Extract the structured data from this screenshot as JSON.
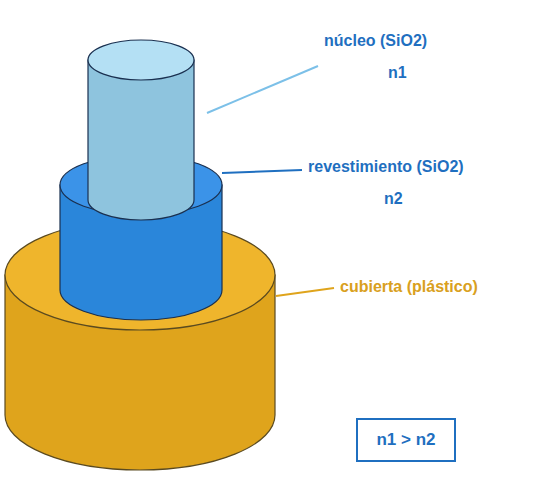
{
  "diagram": {
    "nodes": [
      {
        "text": [
          "n1 > n2"
        ]
      }
    ],
    "labels": [
      "núcleo (SiO2)",
      "n1",
      "revestimiento (SiO2)",
      "n2",
      "cubierta (plástico)"
    ]
  }
}
